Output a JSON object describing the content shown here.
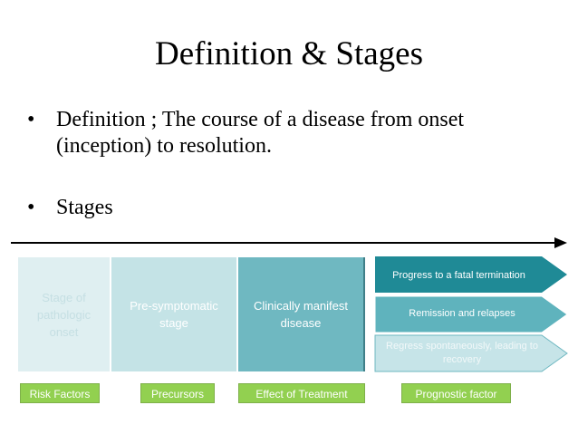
{
  "title": "Definition & Stages",
  "bullets": [
    {
      "symbol": "•",
      "text": "Definition ; The course of a disease from onset (inception) to resolution."
    },
    {
      "symbol": "•",
      "text": "Stages"
    }
  ],
  "stages": [
    {
      "label": "Stage of pathologic onset",
      "color": "#dfeff1"
    },
    {
      "label": "Pre-symptomatic stage",
      "color": "#c4e3e6"
    },
    {
      "label": "Clinically manifest disease",
      "color": "#6fb8c1"
    }
  ],
  "outcomes": [
    {
      "label": "Progress to a fatal termination",
      "color": "#1f8a96"
    },
    {
      "label": "Remission and relapses",
      "color": "#5fb3bd"
    },
    {
      "label": "Regress spontaneously, leading to recovery",
      "color": "#c6e4e8"
    }
  ],
  "labels": [
    "Risk Factors",
    "Precursors",
    "Effect of Treatment",
    "Prognostic factor"
  ],
  "colors": {
    "label_bg": "#92d050",
    "arrow": "#000000"
  }
}
